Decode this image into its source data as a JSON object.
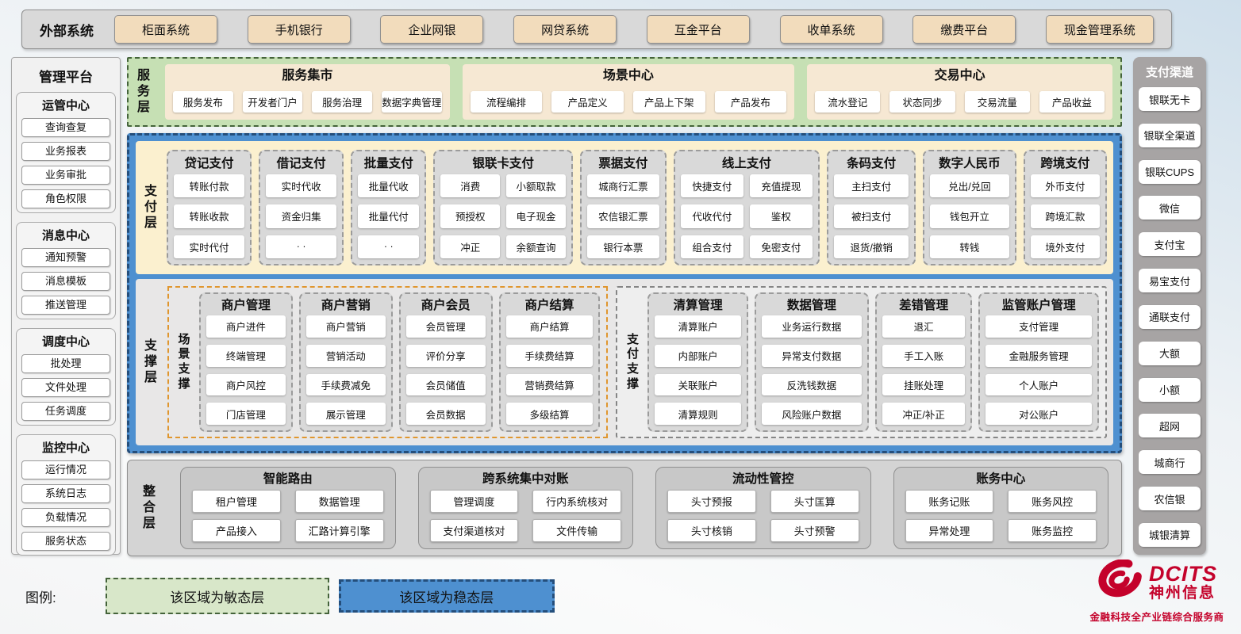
{
  "colors": {
    "agile_green": "#c6e0b4",
    "stable_blue": "#4e90d0",
    "brand_red": "#c4022b"
  },
  "external_systems": {
    "label": "外部系统",
    "items": [
      "柜面系统",
      "手机银行",
      "企业网银",
      "网贷系统",
      "互金平台",
      "收单系统",
      "缴费平台",
      "现金管理系统"
    ]
  },
  "management_platform": {
    "title": "管理平台",
    "sections": [
      {
        "title": "运管中心",
        "items": [
          "查询查复",
          "业务报表",
          "业务审批",
          "角色权限"
        ]
      },
      {
        "title": "消息中心",
        "items": [
          "通知预警",
          "消息模板",
          "推送管理"
        ]
      },
      {
        "title": "调度中心",
        "items": [
          "批处理",
          "文件处理",
          "任务调度"
        ]
      },
      {
        "title": "监控中心",
        "items": [
          "运行情况",
          "系统日志",
          "负载情况",
          "服务状态"
        ]
      }
    ]
  },
  "service_layer": {
    "label": "服务层",
    "groups": [
      {
        "title": "服务集市",
        "items": [
          "服务发布",
          "开发者门户",
          "服务治理",
          "数据字典管理"
        ]
      },
      {
        "title": "场景中心",
        "items": [
          "流程编排",
          "产品定义",
          "产品上下架",
          "产品发布"
        ]
      },
      {
        "title": "交易中心",
        "items": [
          "流水登记",
          "状态同步",
          "交易流量",
          "产品收益"
        ]
      }
    ]
  },
  "payment_layer": {
    "label": "支付层",
    "groups": [
      {
        "title": "贷记支付",
        "items": [
          "转账付款",
          "转账收款",
          "实时代付"
        ]
      },
      {
        "title": "借记支付",
        "items": [
          "实时代收",
          "资金归集",
          "· ·"
        ]
      },
      {
        "title": "批量支付",
        "items": [
          "批量代收",
          "批量代付",
          "· ·"
        ]
      },
      {
        "title": "银联卡支付",
        "items": [
          "消费",
          "小额取款",
          "预授权",
          "电子现金",
          "冲正",
          "余额查询"
        ]
      },
      {
        "title": "票据支付",
        "items": [
          "城商行汇票",
          "农信银汇票",
          "银行本票"
        ]
      },
      {
        "title": "线上支付",
        "items": [
          "快捷支付",
          "充值提现",
          "代收代付",
          "鉴权",
          "组合支付",
          "免密支付"
        ]
      },
      {
        "title": "条码支付",
        "items": [
          "主扫支付",
          "被扫支付",
          "退货/撤销"
        ]
      },
      {
        "title": "数字人民币",
        "items": [
          "兑出/兑回",
          "钱包开立",
          "转钱"
        ]
      },
      {
        "title": "跨境支付",
        "items": [
          "外币支付",
          "跨境汇款",
          "境外支付"
        ]
      }
    ]
  },
  "support_layer": {
    "label": "支撑层",
    "scene_support": {
      "label": "场景支撑",
      "groups": [
        {
          "title": "商户管理",
          "items": [
            "商户进件",
            "终端管理",
            "商户风控",
            "门店管理"
          ]
        },
        {
          "title": "商户营销",
          "items": [
            "商户营销",
            "营销活动",
            "手续费减免",
            "展示管理"
          ]
        },
        {
          "title": "商户会员",
          "items": [
            "会员管理",
            "评价分享",
            "会员储值",
            "会员数据"
          ]
        },
        {
          "title": "商户结算",
          "items": [
            "商户结算",
            "手续费结算",
            "营销费结算",
            "多级结算"
          ]
        }
      ]
    },
    "payment_support": {
      "label": "支付支撑",
      "groups": [
        {
          "title": "清算管理",
          "items": [
            "清算账户",
            "内部账户",
            "关联账户",
            "清算规则"
          ]
        },
        {
          "title": "数据管理",
          "items": [
            "业务运行数据",
            "异常支付数据",
            "反洗钱数据",
            "风险账户数据"
          ]
        },
        {
          "title": "差错管理",
          "items": [
            "退汇",
            "手工入账",
            "挂账处理",
            "冲正/补正"
          ]
        },
        {
          "title": "监管账户管理",
          "items": [
            "支付管理",
            "金融服务管理",
            "个人账户",
            "对公账户"
          ]
        }
      ]
    }
  },
  "integration_layer": {
    "label": "整合层",
    "groups": [
      {
        "title": "智能路由",
        "items": [
          "租户管理",
          "数据管理",
          "产品接入",
          "汇路计算引擎"
        ]
      },
      {
        "title": "跨系统集中对账",
        "items": [
          "管理调度",
          "行内系统核对",
          "支付渠道核对",
          "文件传输"
        ]
      },
      {
        "title": "流动性管控",
        "items": [
          "头寸预报",
          "头寸匡算",
          "头寸核销",
          "头寸预警"
        ]
      },
      {
        "title": "账务中心",
        "items": [
          "账务记账",
          "账务风控",
          "异常处理",
          "账务监控"
        ]
      }
    ]
  },
  "payment_channels": {
    "title": "支付渠道",
    "items": [
      "银联无卡",
      "银联全渠道",
      "银联CUPS",
      "微信",
      "支付宝",
      "易宝支付",
      "通联支付",
      "大额",
      "小额",
      "超网",
      "城商行",
      "农信银",
      "城银清算"
    ]
  },
  "legend": {
    "label": "图例:",
    "agile": "该区域为敏态层",
    "stable": "该区域为稳态层"
  },
  "logo": {
    "brand": "DCITS",
    "company": "神州信息",
    "tagline": "金融科技全产业链综合服务商"
  }
}
